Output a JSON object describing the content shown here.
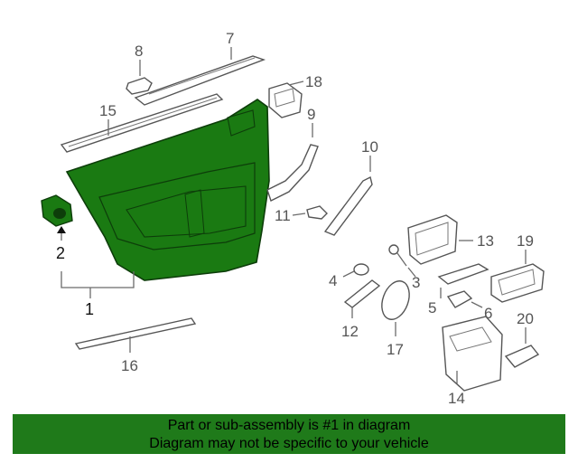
{
  "callouts": {
    "c1": "1",
    "c2": "2",
    "c3": "3",
    "c4": "4",
    "c5": "5",
    "c6": "6",
    "c7": "7",
    "c8": "8",
    "c9": "9",
    "c10": "10",
    "c11": "11",
    "c12": "12",
    "c13": "13",
    "c14": "14",
    "c15": "15",
    "c16": "16",
    "c17": "17",
    "c18": "18",
    "c19": "19",
    "c20": "20"
  },
  "banner": {
    "line1": "Part or sub-assembly is #1 in diagram",
    "line2": "Diagram may not be specific to your vehicle",
    "color": "#1f7a1a"
  },
  "highlight_color": "#1a7a12"
}
